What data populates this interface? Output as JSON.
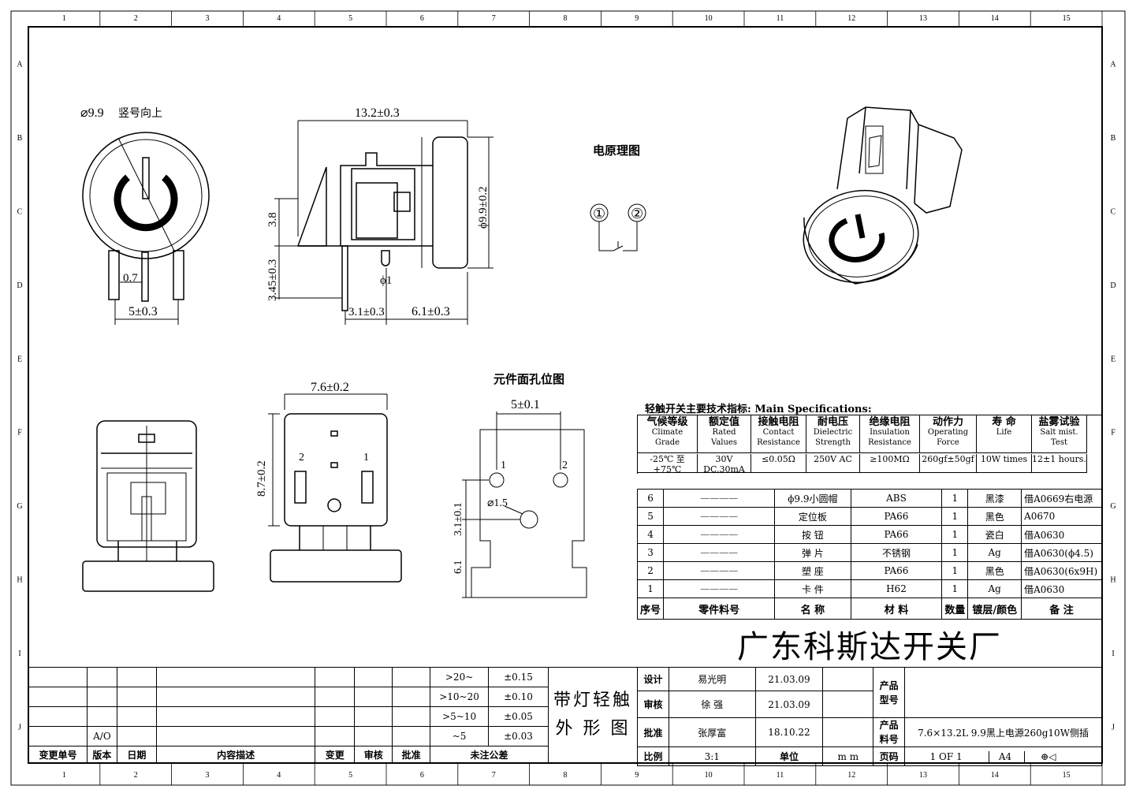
{
  "grid": {
    "columns": [
      "1",
      "2",
      "3",
      "4",
      "5",
      "6",
      "7",
      "8",
      "9",
      "10",
      "11",
      "12",
      "13",
      "14",
      "15"
    ],
    "rows": [
      "A",
      "B",
      "C",
      "D",
      "E",
      "F",
      "G",
      "H",
      "I",
      "J"
    ]
  },
  "labels": {
    "top_dia": "⌀9.9",
    "top_note": "竖号向上",
    "dim_07": "0.7",
    "dim_5": "5±0.3",
    "dim_132": "13.2±0.3",
    "dim_38": "3.8",
    "dim_345": "3.45±0.3",
    "dim_phi1": "ϕ1",
    "dim_31": "3.1±0.3",
    "dim_61": "6.1±0.3",
    "dim_99": "ϕ9.9±0.2",
    "circuit_title": "电原理图",
    "pin1": "①",
    "pin2": "②",
    "dim_76": "7.6±0.2",
    "dim_87": "8.7±0.2",
    "front_pin2": "2",
    "front_pin1": "1",
    "holes_title": "元件面孔位图",
    "holes_dim5": "5±0.1",
    "holes_p1": "1",
    "holes_p2": "2",
    "holes_d15": "⌀1.5",
    "holes_31": "3.1±0.1",
    "holes_61": "6.1"
  },
  "spec": {
    "title": "轻触开关主要技术指标:    Main Specifications:",
    "headers": [
      {
        "cn": "气候等级",
        "en1": "Climate",
        "en2": "Grade"
      },
      {
        "cn": "额定值",
        "en1": "Rated",
        "en2": "Values"
      },
      {
        "cn": "接触电阻",
        "en1": "Contact",
        "en2": "Resistance"
      },
      {
        "cn": "耐电压",
        "en1": "Dielectric",
        "en2": "Strength"
      },
      {
        "cn": "绝缘电阻",
        "en1": "Insulation",
        "en2": "Resistance"
      },
      {
        "cn": "动作力",
        "en1": "Operating",
        "en2": "Force"
      },
      {
        "cn": "寿 命",
        "en1": "Life",
        "en2": ""
      },
      {
        "cn": "盐雾试验",
        "en1": "Salt mist.",
        "en2": "Test"
      }
    ],
    "values": [
      "-25℃ 至 +75℃",
      "30V DC,30mA",
      "≤0.05Ω",
      "250V AC",
      "≥100MΩ",
      "260gf±50gf",
      "10W times",
      "12±1 hours."
    ]
  },
  "bom": {
    "rows": [
      {
        "no": "6",
        "part": "————",
        "name": "ϕ9.9小圆帽",
        "material": "ABS",
        "qty": "1",
        "finish": "黑漆",
        "note": "借A0669右电源"
      },
      {
        "no": "5",
        "part": "————",
        "name": "定位板",
        "material": "PA66",
        "qty": "1",
        "finish": "黑色",
        "note": "A0670"
      },
      {
        "no": "4",
        "part": "————",
        "name": "按  钮",
        "material": "PA66",
        "qty": "1",
        "finish": "瓷白",
        "note": "借A0630"
      },
      {
        "no": "3",
        "part": "————",
        "name": "弹  片",
        "material": "不锈钢",
        "qty": "1",
        "finish": "Ag",
        "note": "借A0630(ϕ4.5)"
      },
      {
        "no": "2",
        "part": "————",
        "name": "塑  座",
        "material": "PA66",
        "qty": "1",
        "finish": "黑色",
        "note": "借A0630(6x9H)"
      },
      {
        "no": "1",
        "part": "————",
        "name": "卡  件",
        "material": "H62",
        "qty": "1",
        "finish": "Ag",
        "note": "借A0630"
      }
    ],
    "header": {
      "no": "序号",
      "part": "零件料号",
      "name": "名  称",
      "material": "材  料",
      "qty": "数量",
      "finish": "镀层/颜色",
      "note": "备  注"
    }
  },
  "company": "广东科斯达开关厂",
  "title_block": {
    "design_label": "设计",
    "design_name": "易光明",
    "design_date": "21.03.09",
    "check_label": "审核",
    "check_name": "徐  强",
    "check_date": "21.03.09",
    "approve_label": "批准",
    "approve_name": "张厚富",
    "approve_date": "18.10.22",
    "scale_label": "比例",
    "scale": "3:1",
    "unit_label": "单位",
    "unit": "m m",
    "model_label": "产品型号",
    "model": "",
    "partno_label": "产品料号",
    "partno": "7.6×13.2L 9.9黑上电源260g10W侧插",
    "page_label": "页码",
    "page": "1 OF 1",
    "size": "A4"
  },
  "product_name": {
    "line1": "带灯轻触",
    "line2": "外 形 图"
  },
  "revision": {
    "tolerances": [
      {
        "range": ">20~",
        "tol": "±0.15"
      },
      {
        "range": ">10~20",
        "tol": "±0.10"
      },
      {
        "range": ">5~10",
        "tol": "±0.05"
      },
      {
        "range": "~5",
        "tol": "±0.03"
      }
    ],
    "version": "A/O",
    "headers": {
      "change_no": "变更单号",
      "version": "版本",
      "date": "日期",
      "desc": "内容描述",
      "change": "变更",
      "check": "审核",
      "approve": "批准",
      "general_tol": "未注公差"
    }
  }
}
